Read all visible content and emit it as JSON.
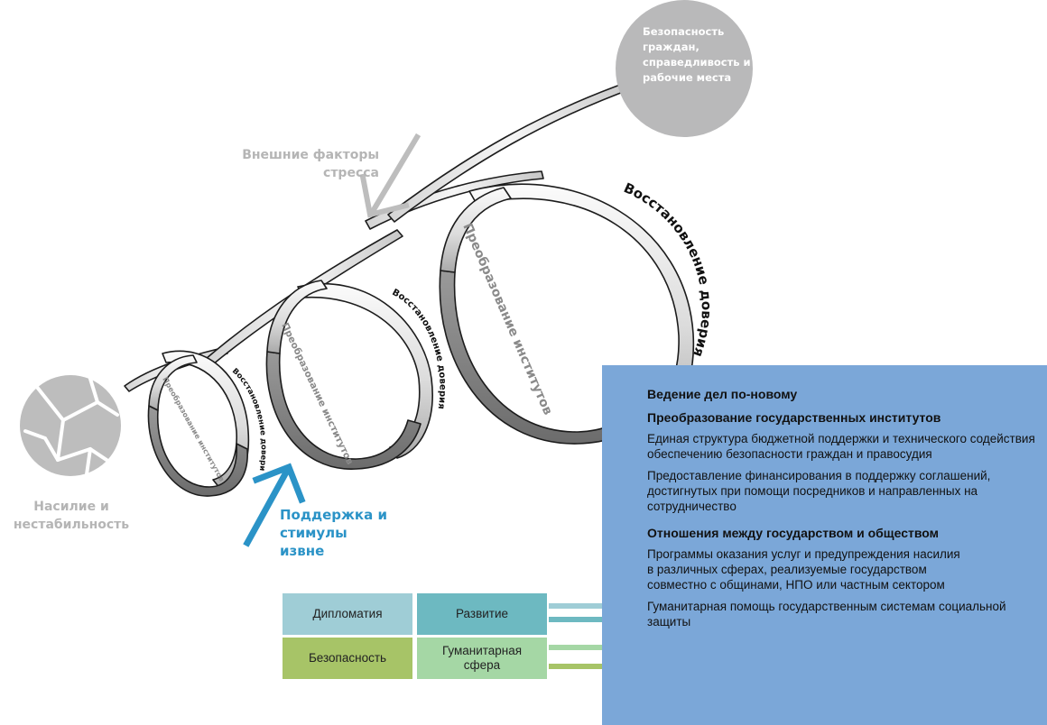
{
  "diagram": {
    "end_bubble": "Безопасность граждан, справедливость и рабочие места",
    "start_label": "Насилие и нестабильность",
    "external_stress": "Внешние факторы стресса",
    "external_support": "Поддержка и стимулы извне",
    "loops": [
      {
        "inner": "Преобразование институтов",
        "outer": "Восстановление доверия"
      },
      {
        "inner": "Преобразование институтов",
        "outer": "Восстановление доверия"
      },
      {
        "inner": "Преобразование институтов",
        "outer": "Восстановление доверия"
      }
    ],
    "colors": {
      "ribbon_light": "#efefef",
      "ribbon_dark": "#7f7f7f",
      "grey": "#b9b9ba",
      "blue_accent": "#2b93c7",
      "panel": "#7ba7d8"
    }
  },
  "panel": {
    "title": "Ведение дел по-новому",
    "sections": [
      {
        "heading": "Преобразование государственных институтов",
        "items": [
          "Единая структура бюджетной поддержки и технического содействия обеспечению безопасности граждан и правосудия",
          "Предоставление финансирования в поддержку соглашений, достигнутых при помощи посредников и направленных на сотрудничество"
        ]
      },
      {
        "heading": "Отношения между государством и обществом",
        "items": [
          "Программы оказания услуг и предупреждения насилия в различных сферах, реализуемые государством совместно с общинами, НПО или частным сектором",
          "Гуманитарная помощь государственным системам социальной защиты"
        ]
      }
    ]
  },
  "boxes": [
    {
      "label": "Дипломатия",
      "color": "#9fcdd6"
    },
    {
      "label": "Развитие",
      "color": "#6db9c1"
    },
    {
      "label": "Безопасность",
      "color": "#a7c467"
    },
    {
      "label": "Гуманитарная сфера",
      "color": "#a5d7a5"
    }
  ]
}
